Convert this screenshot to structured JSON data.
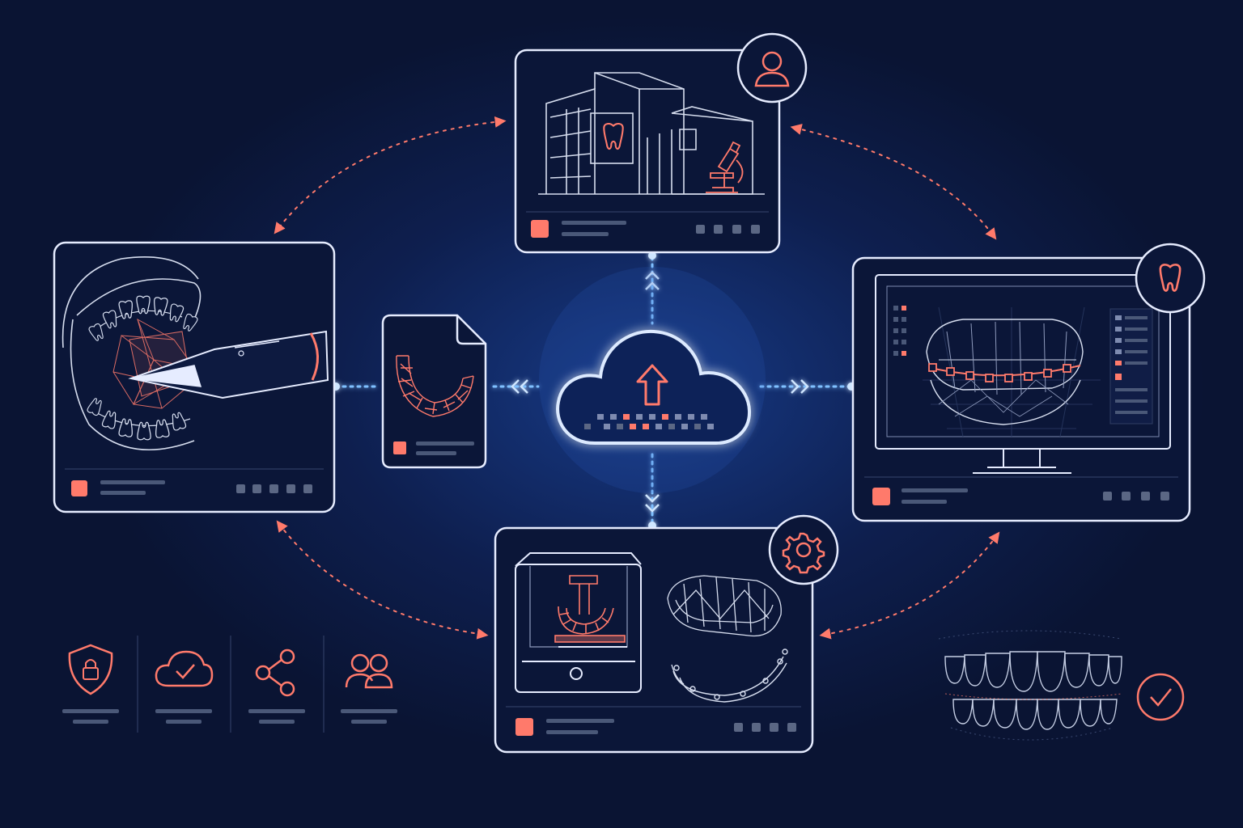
{
  "colors": {
    "background": "#0a1433",
    "panel_stroke": "#e6ecff",
    "accent": "#ff7a6b",
    "glow": "#5aa8ff",
    "muted": "#4a5878",
    "dots": "#5b6784"
  },
  "nodes": [
    {
      "id": "intraoral-scan",
      "icon": "scanner-icon"
    },
    {
      "id": "scan-file",
      "icon": "file-icon"
    },
    {
      "id": "dental-lab",
      "icon": "user-icon"
    },
    {
      "id": "design-software",
      "icon": "tooth-icon"
    },
    {
      "id": "fabrication",
      "icon": "gear-icon"
    },
    {
      "id": "cloud-hub",
      "icon": "cloud-upload-icon"
    },
    {
      "id": "final-result",
      "icon": "check-circle-icon"
    }
  ],
  "feature_icons": [
    "shield-lock-icon",
    "cloud-check-icon",
    "share-icon",
    "users-icon"
  ]
}
